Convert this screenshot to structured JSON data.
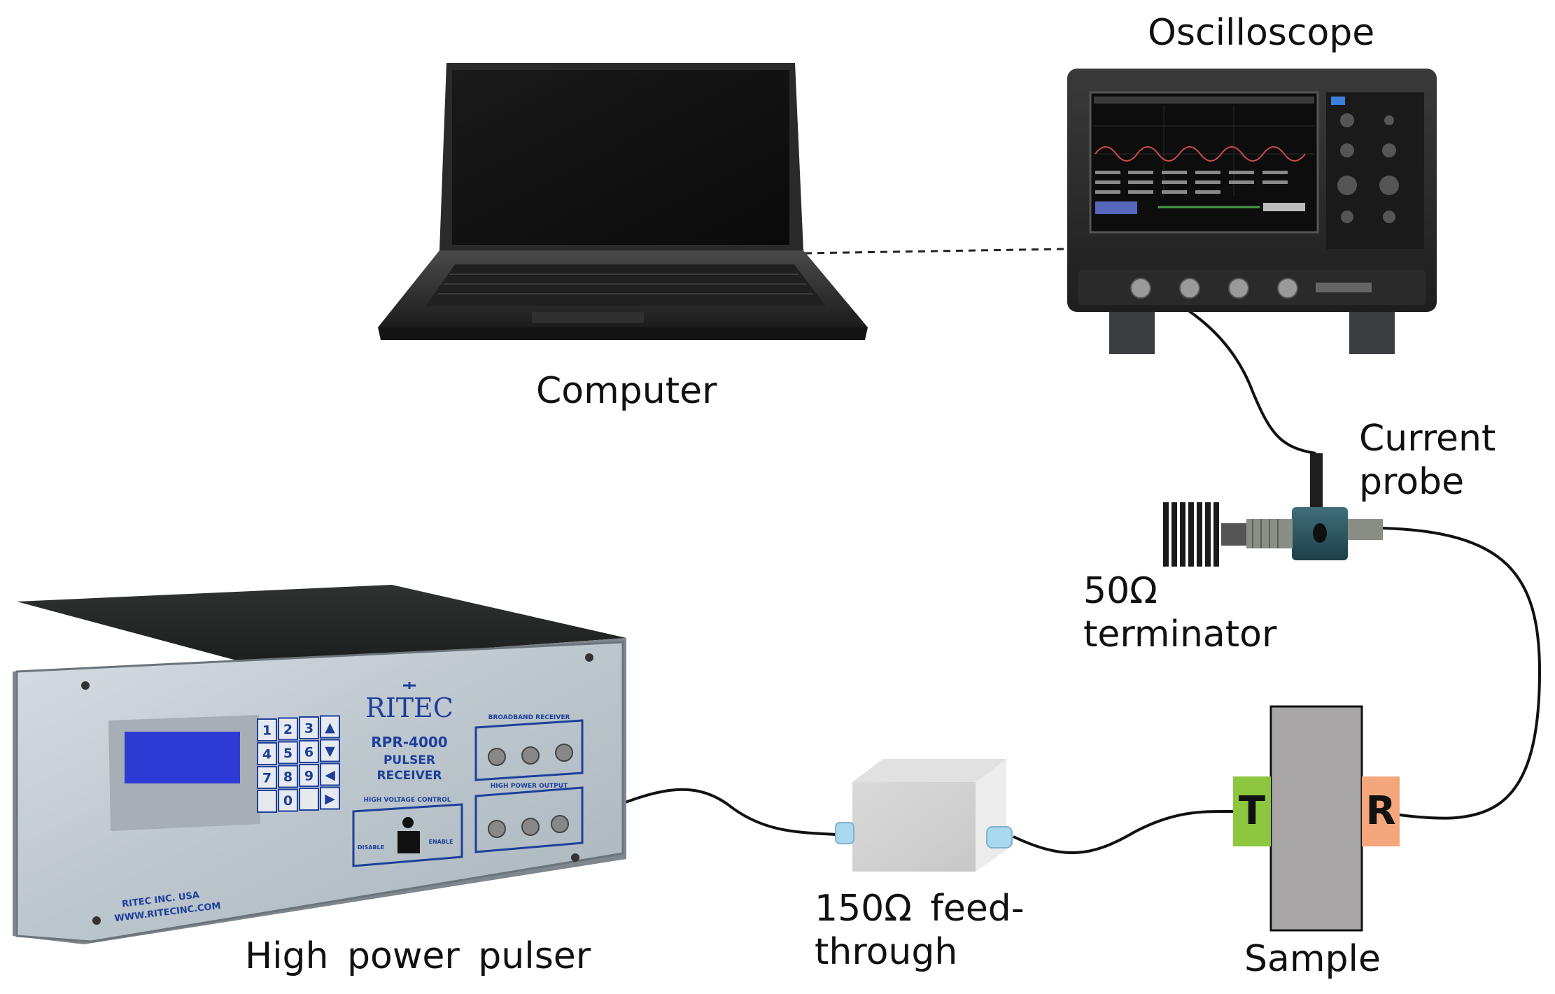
{
  "labels": {
    "oscilloscope": "Oscilloscope",
    "computer": "Computer",
    "current_probe": [
      "Current",
      "probe"
    ],
    "terminator": [
      "50Ω",
      "terminator"
    ],
    "pulser": "High power pulser",
    "feedthrough": [
      "150Ω feed-",
      "through"
    ],
    "sample": "Sample",
    "transmit_marker": "T",
    "receive_marker": "R"
  },
  "pulser_panel": {
    "brand": "RITEC",
    "model": "RPR-4000",
    "name_line1": "PULSER",
    "name_line2": "RECEIVER",
    "keypad": [
      "1",
      "2",
      "3",
      "▲",
      "4",
      "5",
      "6",
      "▼",
      "7",
      "8",
      "9",
      "◀",
      "",
      "0",
      "",
      "▶"
    ],
    "hv_title": "HIGH VOLTAGE CONTROL",
    "hv_disable": "DISABLE",
    "hv_enable": "ENABLE",
    "broadband_title": "BROADBAND RECEIVER",
    "power_title": "HIGH POWER OUTPUT",
    "footer_line1": "RITEC INC. USA",
    "footer_line2": "WWW.RITECINC.COM"
  },
  "colors": {
    "transmit_marker": "#8dc63f",
    "receive_marker": "#f4a77d",
    "sample_block": "#a8a6a6",
    "feedthrough_block": "#d8d8d8",
    "connector_cap": "#a9d8ee",
    "cable": "#111111",
    "panel_blue": "#1e3f9a",
    "lcd": "#2d3bd4"
  }
}
